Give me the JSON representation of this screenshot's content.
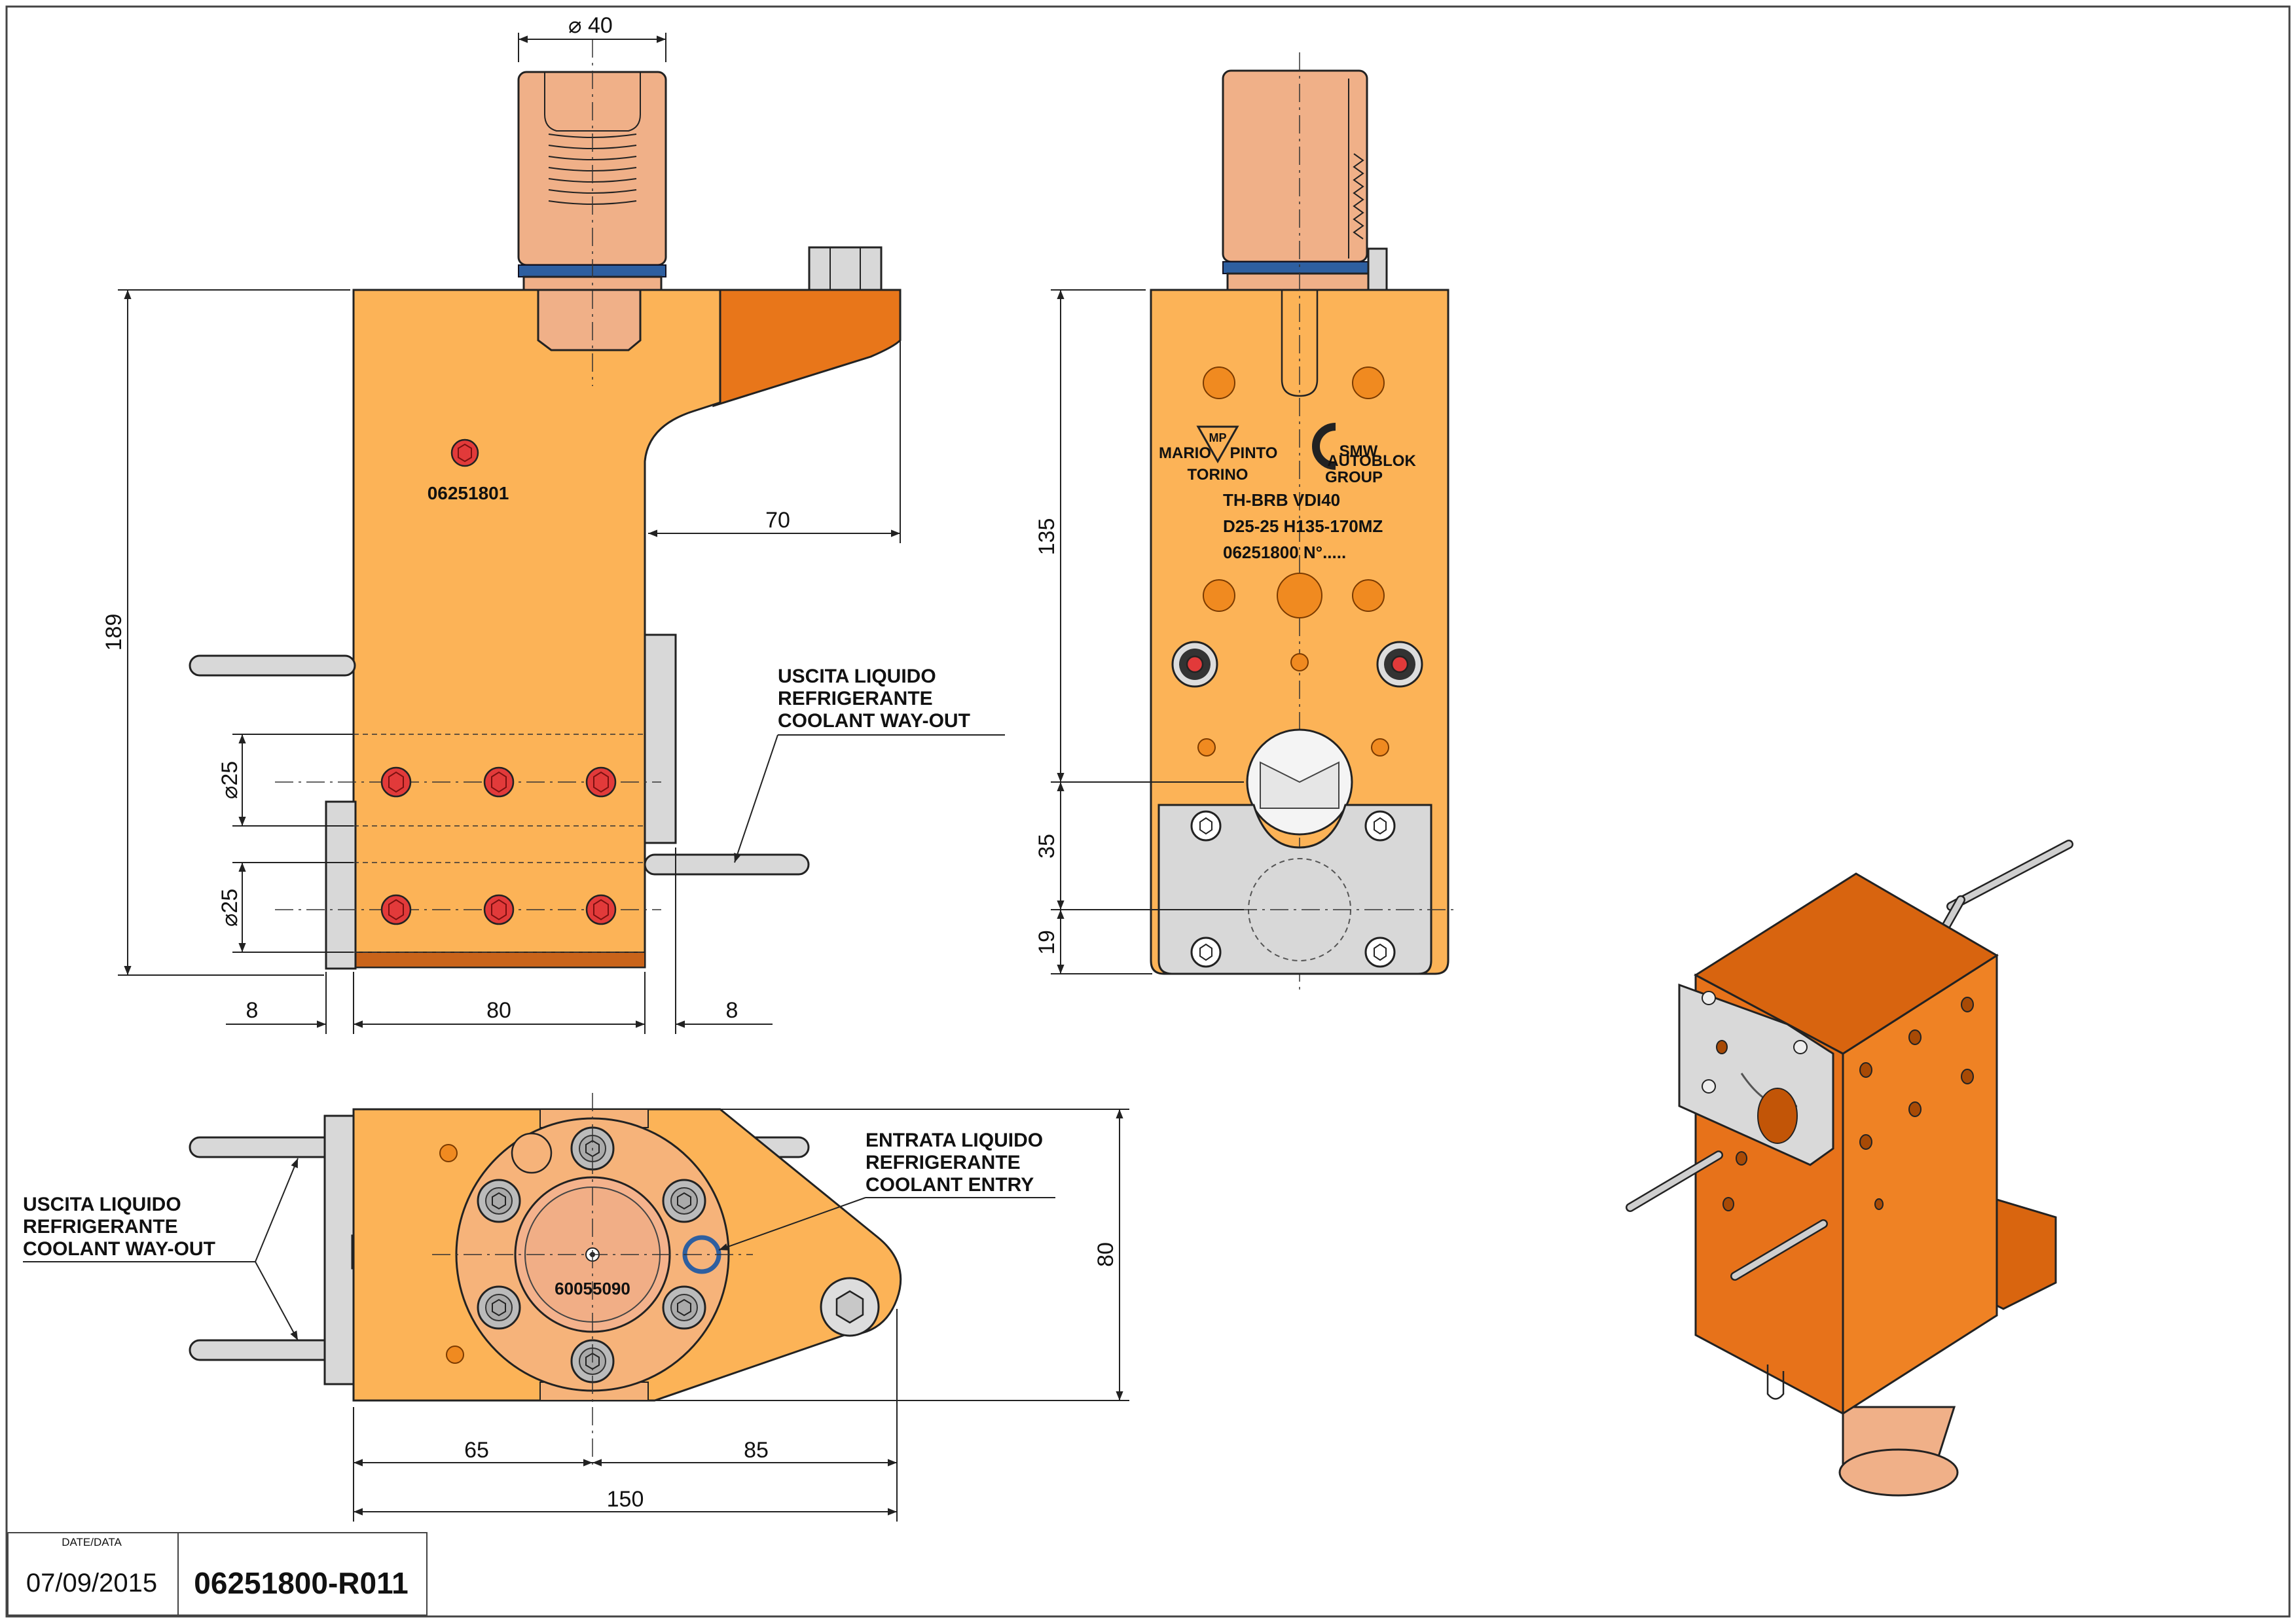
{
  "front_view": {
    "part_number": "06251801",
    "dims": {
      "shank_diameter": "40",
      "height_total": "189",
      "overhang": "70",
      "bore_diameter_upper": "25",
      "bore_diameter_lower": "25",
      "left_offset": "8",
      "body_width": "80",
      "right_offset": "8"
    },
    "coolant_out_label": [
      "USCITA LIQUIDO",
      "REFRIGERANTE",
      "COOLANT WAY-OUT"
    ]
  },
  "side_view": {
    "brand_left": [
      "MARIO",
      "PINTO",
      "TORINO"
    ],
    "brand_right": [
      "SMW",
      "AUTOBLOK",
      "GROUP"
    ],
    "engraving": [
      "TH-BRB VDI40",
      "D25-25 H135-170MZ",
      "06251800 N°....."
    ],
    "dims": {
      "height_to_axis": "135",
      "axis_spacing": "35",
      "axis_to_bottom": "19"
    }
  },
  "bottom_view": {
    "flange_code": "60055090",
    "dims": {
      "depth": "80",
      "left_to_axis": "65",
      "axis_to_right": "85",
      "total_length": "150"
    },
    "coolant_out_label": [
      "USCITA LIQUIDO",
      "REFRIGERANTE",
      "COOLANT WAY-OUT"
    ],
    "coolant_in_label": [
      "ENTRATA LIQUIDO",
      "REFRIGERANTE",
      "COOLANT ENTRY"
    ]
  },
  "title_block": {
    "date_label": "DATE/DATA",
    "date": "07/09/2015",
    "drawing_code": "06251800-R011"
  },
  "colors": {
    "body": "#fcb357",
    "body_dark": "#e8761a",
    "copper": "#f0b088",
    "plug": "#e23a3a",
    "oring": "#2e5fa0"
  }
}
